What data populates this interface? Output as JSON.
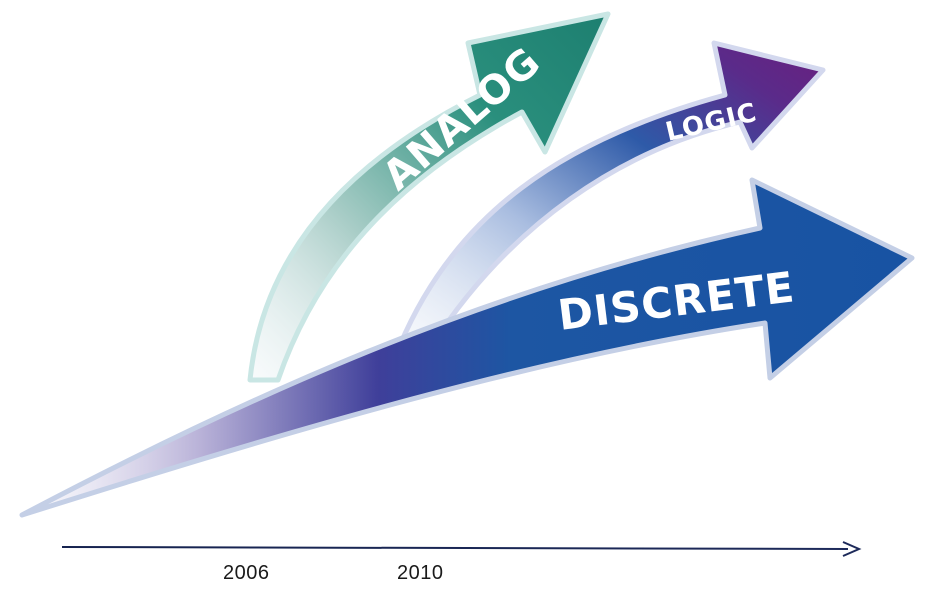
{
  "arrows": {
    "analog": {
      "label": "ANALOG",
      "color": "#1f8a78"
    },
    "logic": {
      "label": "LOGIC",
      "color": "#6a2180"
    },
    "discrete": {
      "label": "DISCRETE",
      "color": "#1b56a2"
    }
  },
  "timeline": {
    "years": [
      "2006",
      "2010"
    ]
  }
}
